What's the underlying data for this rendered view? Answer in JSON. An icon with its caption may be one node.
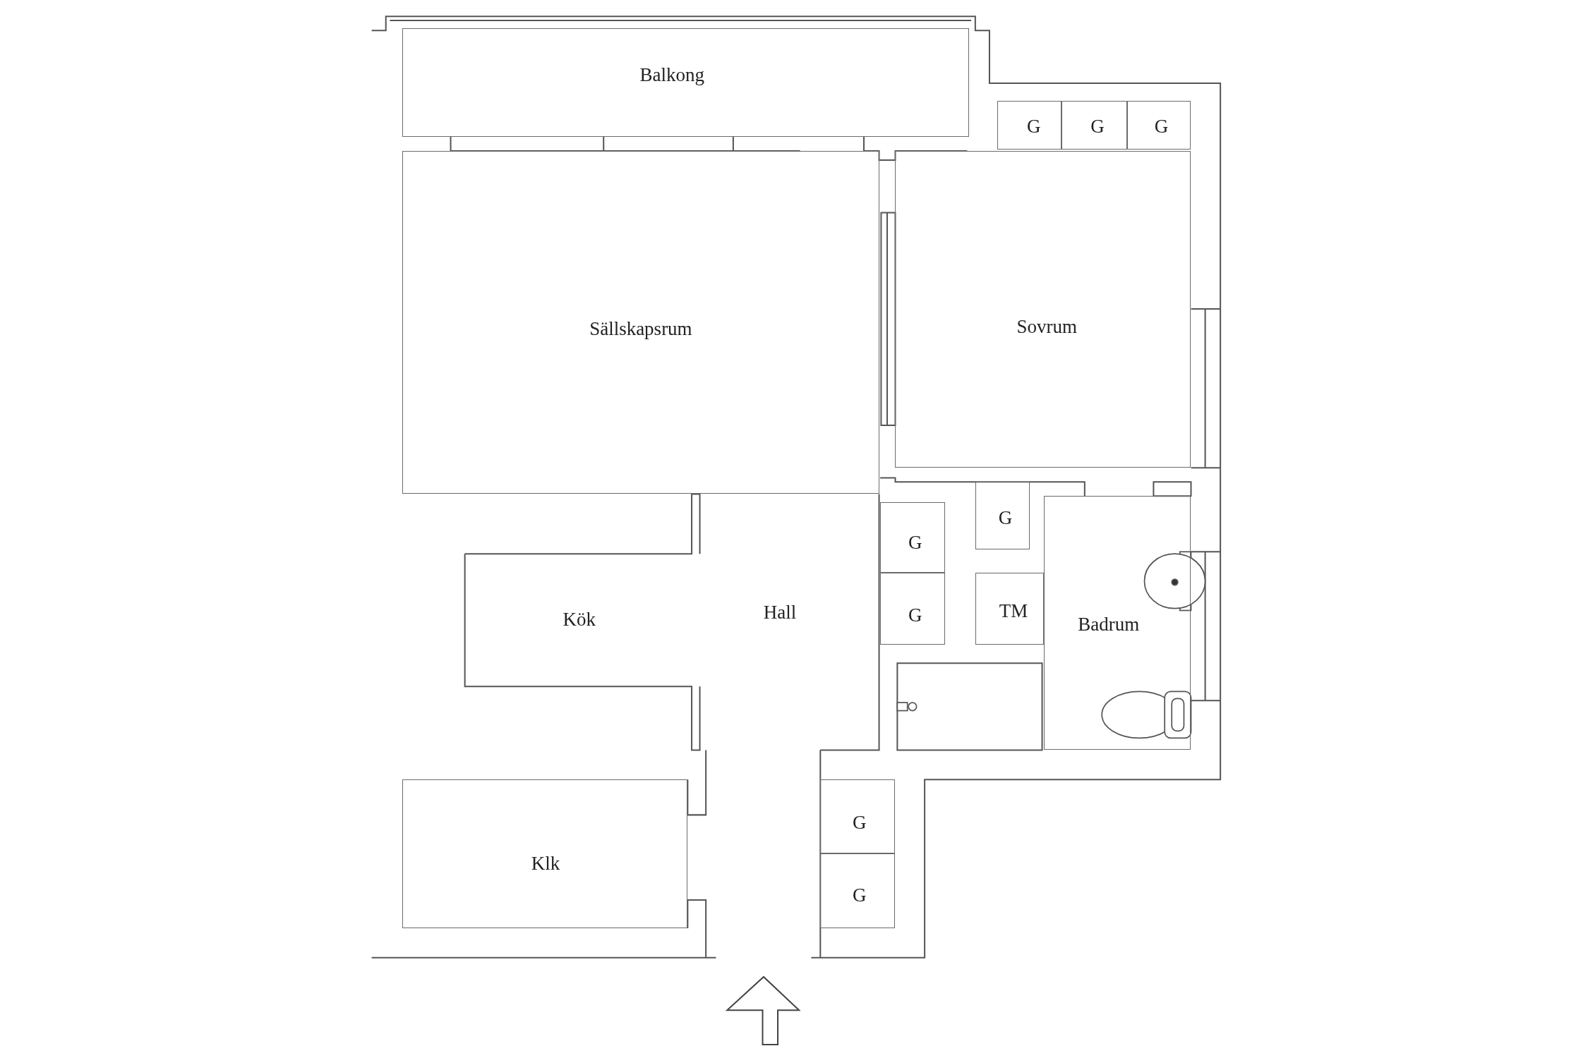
{
  "diagram": {
    "nodes": [
      {
        "text": [
          "Balkong"
        ]
      },
      {
        "text": [
          "G"
        ]
      },
      {
        "text": [
          "G"
        ]
      },
      {
        "text": [
          "G"
        ]
      },
      {
        "text": [
          "Sällskapsrum"
        ]
      },
      {
        "text": [
          "Sovrum"
        ]
      },
      {
        "text": [
          "G"
        ]
      },
      {
        "text": [
          "G"
        ]
      },
      {
        "text": [
          "Hall"
        ]
      },
      {
        "text": [
          "TM"
        ]
      },
      {
        "text": [
          "G"
        ]
      },
      {
        "text": [
          "Kök"
        ]
      },
      {
        "text": [
          "Badrum"
        ]
      },
      {
        "text": [
          "G"
        ]
      },
      {
        "text": [
          "G"
        ]
      },
      {
        "text": [
          "Klk"
        ]
      }
    ],
    "edges": []
  }
}
